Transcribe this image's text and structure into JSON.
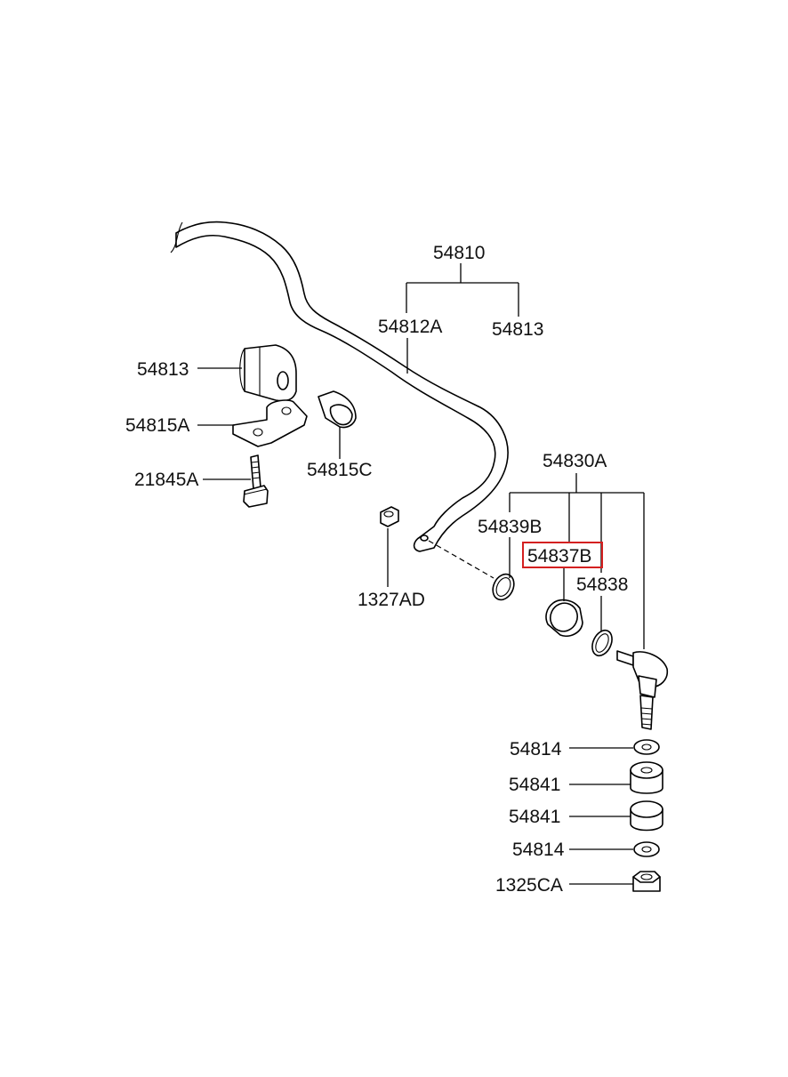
{
  "labels": {
    "p54810": "54810",
    "p54812A": "54812A",
    "p54813_top": "54813",
    "p54813_left": "54813",
    "p54815A": "54815A",
    "p54815C": "54815C",
    "p21845A": "21845A",
    "p1327AD": "1327AD",
    "p54830A": "54830A",
    "p54839B": "54839B",
    "p54837B": "54837B",
    "p54838": "54838",
    "p54814_a": "54814",
    "p54841_a": "54841",
    "p54841_b": "54841",
    "p54814_b": "54814",
    "p1325CA": "1325CA"
  },
  "highlight": {
    "part": "54837B",
    "color": "#d42020"
  }
}
